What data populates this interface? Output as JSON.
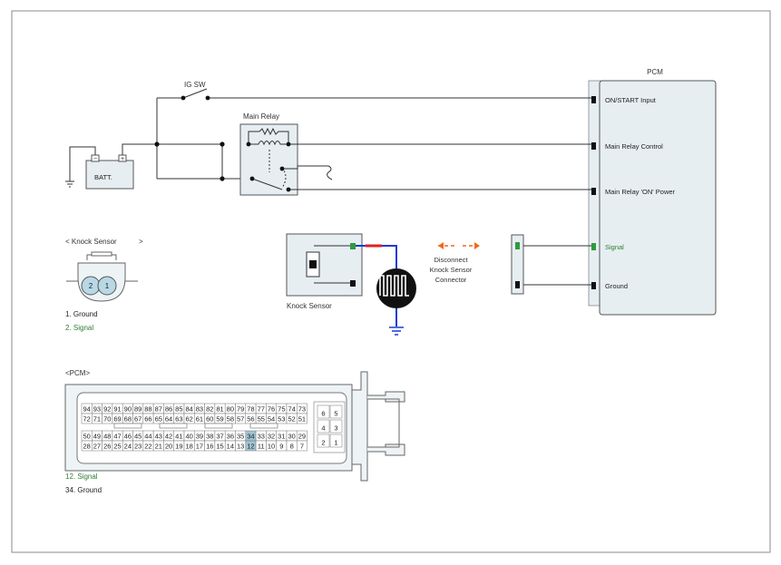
{
  "pcm": {
    "title": "PCM",
    "pins": {
      "on_start": "ON/START Input",
      "main_relay_control": "Main Relay Control",
      "main_relay_on_power": "Main Relay 'ON' Power",
      "signal": "Signal",
      "ground": "Ground"
    }
  },
  "ig_sw": "IG SW",
  "main_relay": "Main Relay",
  "battery": {
    "label": "BATT.",
    "minus": "−",
    "plus": "+"
  },
  "knock_sensor_caption": "Knock Sensor",
  "disconnect_note": [
    "Disconnect",
    "Knock Sensor",
    "Connector"
  ],
  "knock_connector": {
    "title": "< Knock Sensor",
    "title_end": ">",
    "pin_left": "2",
    "pin_right": "1",
    "legend": [
      "1. Ground",
      "2. Signal"
    ]
  },
  "pcm_connector": {
    "title": "<PCM>",
    "rows": [
      [
        "94",
        "93",
        "92",
        "91",
        "90",
        "89",
        "88",
        "87",
        "86",
        "85",
        "84",
        "83",
        "82",
        "81",
        "80",
        "79",
        "78",
        "77",
        "76",
        "75",
        "74",
        "73"
      ],
      [
        "72",
        "71",
        "70",
        "69",
        "68",
        "67",
        "66",
        "65",
        "64",
        "63",
        "62",
        "61",
        "60",
        "59",
        "58",
        "57",
        "56",
        "55",
        "54",
        "53",
        "52",
        "51"
      ],
      [
        "50",
        "49",
        "48",
        "47",
        "46",
        "45",
        "44",
        "43",
        "42",
        "41",
        "40",
        "39",
        "38",
        "37",
        "36",
        "35",
        "34",
        "33",
        "32",
        "31",
        "30",
        "29"
      ],
      [
        "28",
        "27",
        "26",
        "25",
        "24",
        "23",
        "22",
        "21",
        "20",
        "19",
        "18",
        "17",
        "16",
        "15",
        "14",
        "13",
        "12",
        "11",
        "10",
        "9",
        "8",
        "7"
      ]
    ],
    "side_rows": [
      [
        "6",
        "5"
      ],
      [
        "4",
        "3"
      ],
      [
        "2",
        "1"
      ]
    ],
    "highlight": [
      "34",
      "12"
    ],
    "legend": [
      "12. Signal",
      "34. Ground"
    ]
  },
  "colors": {
    "signal_text": "#2e7d32",
    "signal_pin": "#2e9b3c",
    "arrow": "#ee6a1a",
    "wire_blue": "#1a3ad6",
    "wire_red": "#e02020",
    "highlight": "#9fc3d3",
    "pin_fill": "#b8d8e6",
    "border": "#888888"
  }
}
